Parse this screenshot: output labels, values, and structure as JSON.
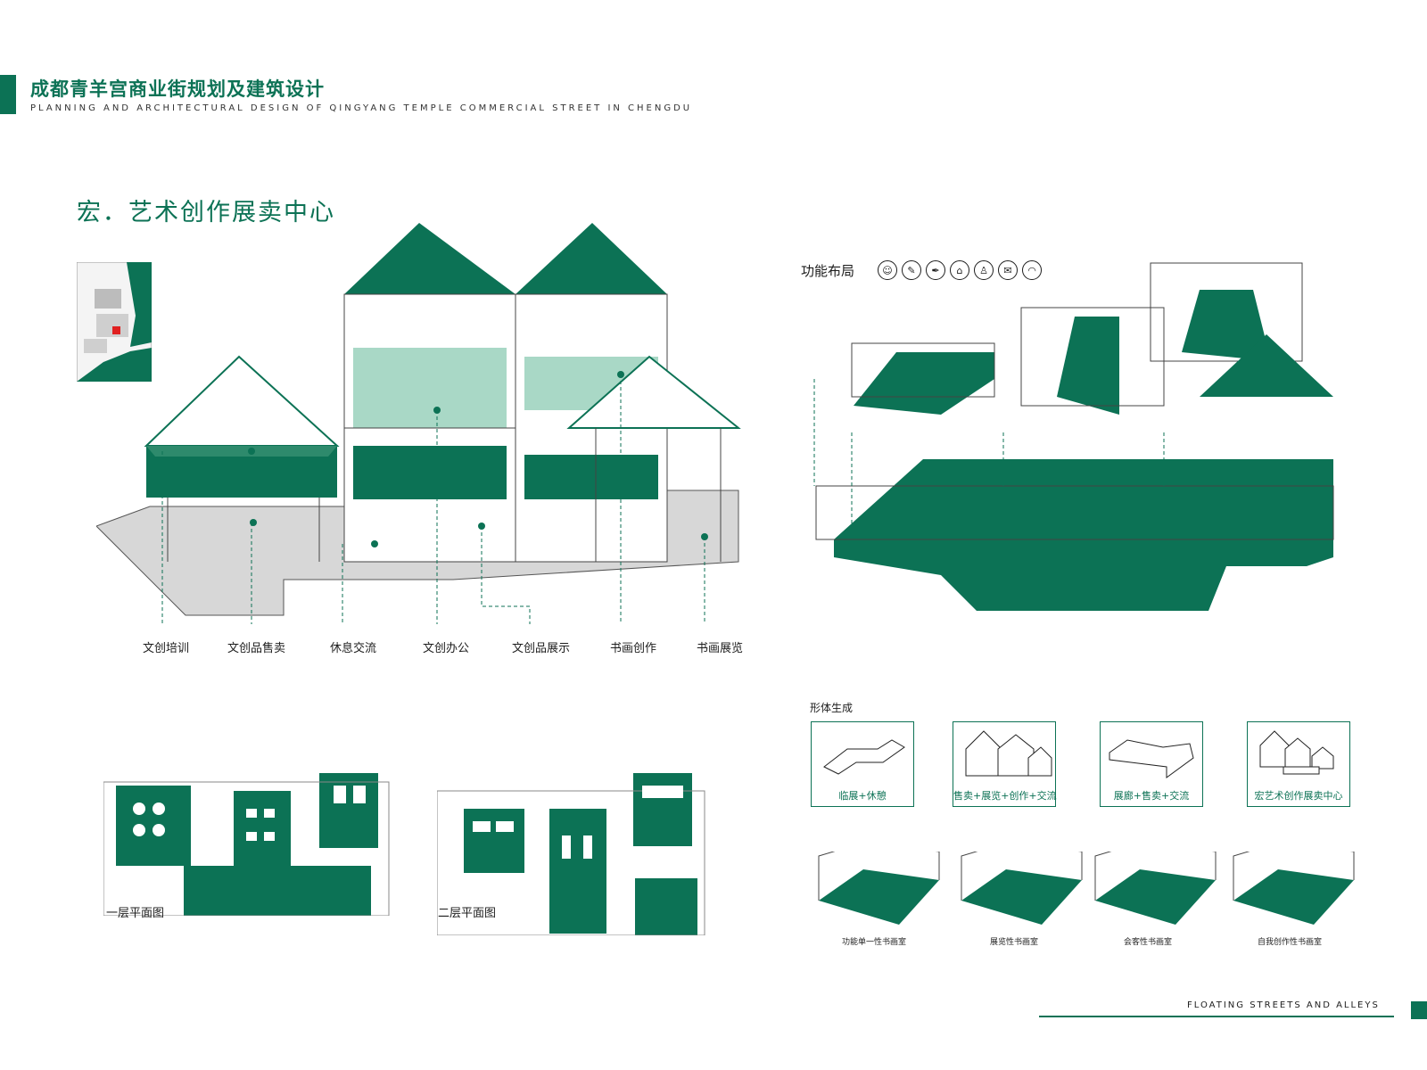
{
  "header": {
    "title": "成都青羊宫商业街规划及建筑设计",
    "subtitle": "PLANNING AND ARCHITECTURAL DESIGN OF QINGYANG TEMPLE COMMERCIAL STREET IN CHENGDU"
  },
  "section": {
    "title": "宏．艺术创作展卖中心"
  },
  "axonometric": {
    "labels": [
      "文创培训",
      "文创品售卖",
      "休息交流",
      "文创办公",
      "文创品展示",
      "书画创作",
      "书画展览"
    ]
  },
  "function_layout": {
    "title": "功能布局",
    "icons": [
      "mask-icon",
      "paint-icon",
      "brush-icon",
      "shop-icon",
      "people-icon",
      "chat-icon",
      "wifi-icon"
    ]
  },
  "form_generation": {
    "title": "形体生成",
    "steps": [
      "临展+休憩",
      "售卖+展览+创作+交流",
      "展廊+售卖+交流",
      "宏艺术创作展卖中心"
    ]
  },
  "studios": {
    "captions": [
      "功能单一性书画室",
      "展览性书画室",
      "会客性书画室",
      "自我创作性书画室"
    ]
  },
  "plans": {
    "ground": "一层平面图",
    "upper": "二层平面图"
  },
  "footer": {
    "text": "FLOATING STREETS AND ALLEYS"
  },
  "colors": {
    "accent": "#0c7255",
    "light_accent": "#a9d8c6",
    "ground": "#d8d8d8"
  }
}
